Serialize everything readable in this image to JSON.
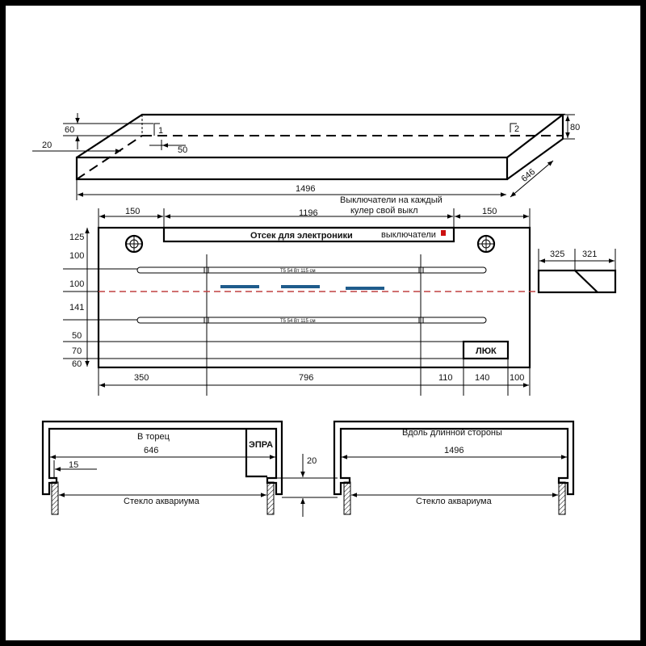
{
  "iso_view": {
    "dim_height_60": "60",
    "dim_offset_20": "20",
    "dim_50": "50",
    "dim_80": "80",
    "dim_width_646": "646",
    "dim_length_1496": "1496",
    "marker_1": "1",
    "marker_2": "2"
  },
  "plan_view": {
    "note_line1": "Выключатели на каждый",
    "note_line2": "кулер свой выкл",
    "top_dims": [
      "150",
      "1196",
      "150"
    ],
    "compartment_label": "Отсек для электроники",
    "switches_label": "выключатели",
    "lamp_label": "Т5 54 Вт 115 см",
    "left_dims": [
      "125",
      "100",
      "100",
      "141",
      "50",
      "70",
      "60"
    ],
    "hatch_label": "ЛЮК",
    "bottom_dims": [
      "350",
      "796",
      "110",
      "140",
      "100"
    ],
    "switch_color": "#cc1111",
    "fan_bar_color": "#1f5c8c",
    "centerline_color": "#c04040"
  },
  "side_detail": {
    "dims": [
      "325",
      "321"
    ]
  },
  "section_end": {
    "title": "В торец",
    "width": "646",
    "offset": "15",
    "ballast_label": "ЭПРА",
    "glass_label": "Стекло аквариума"
  },
  "gap_dim": "20",
  "section_long": {
    "title": "Вдоль длинной стороны",
    "width": "1496",
    "glass_label": "Стекло аквариума"
  }
}
